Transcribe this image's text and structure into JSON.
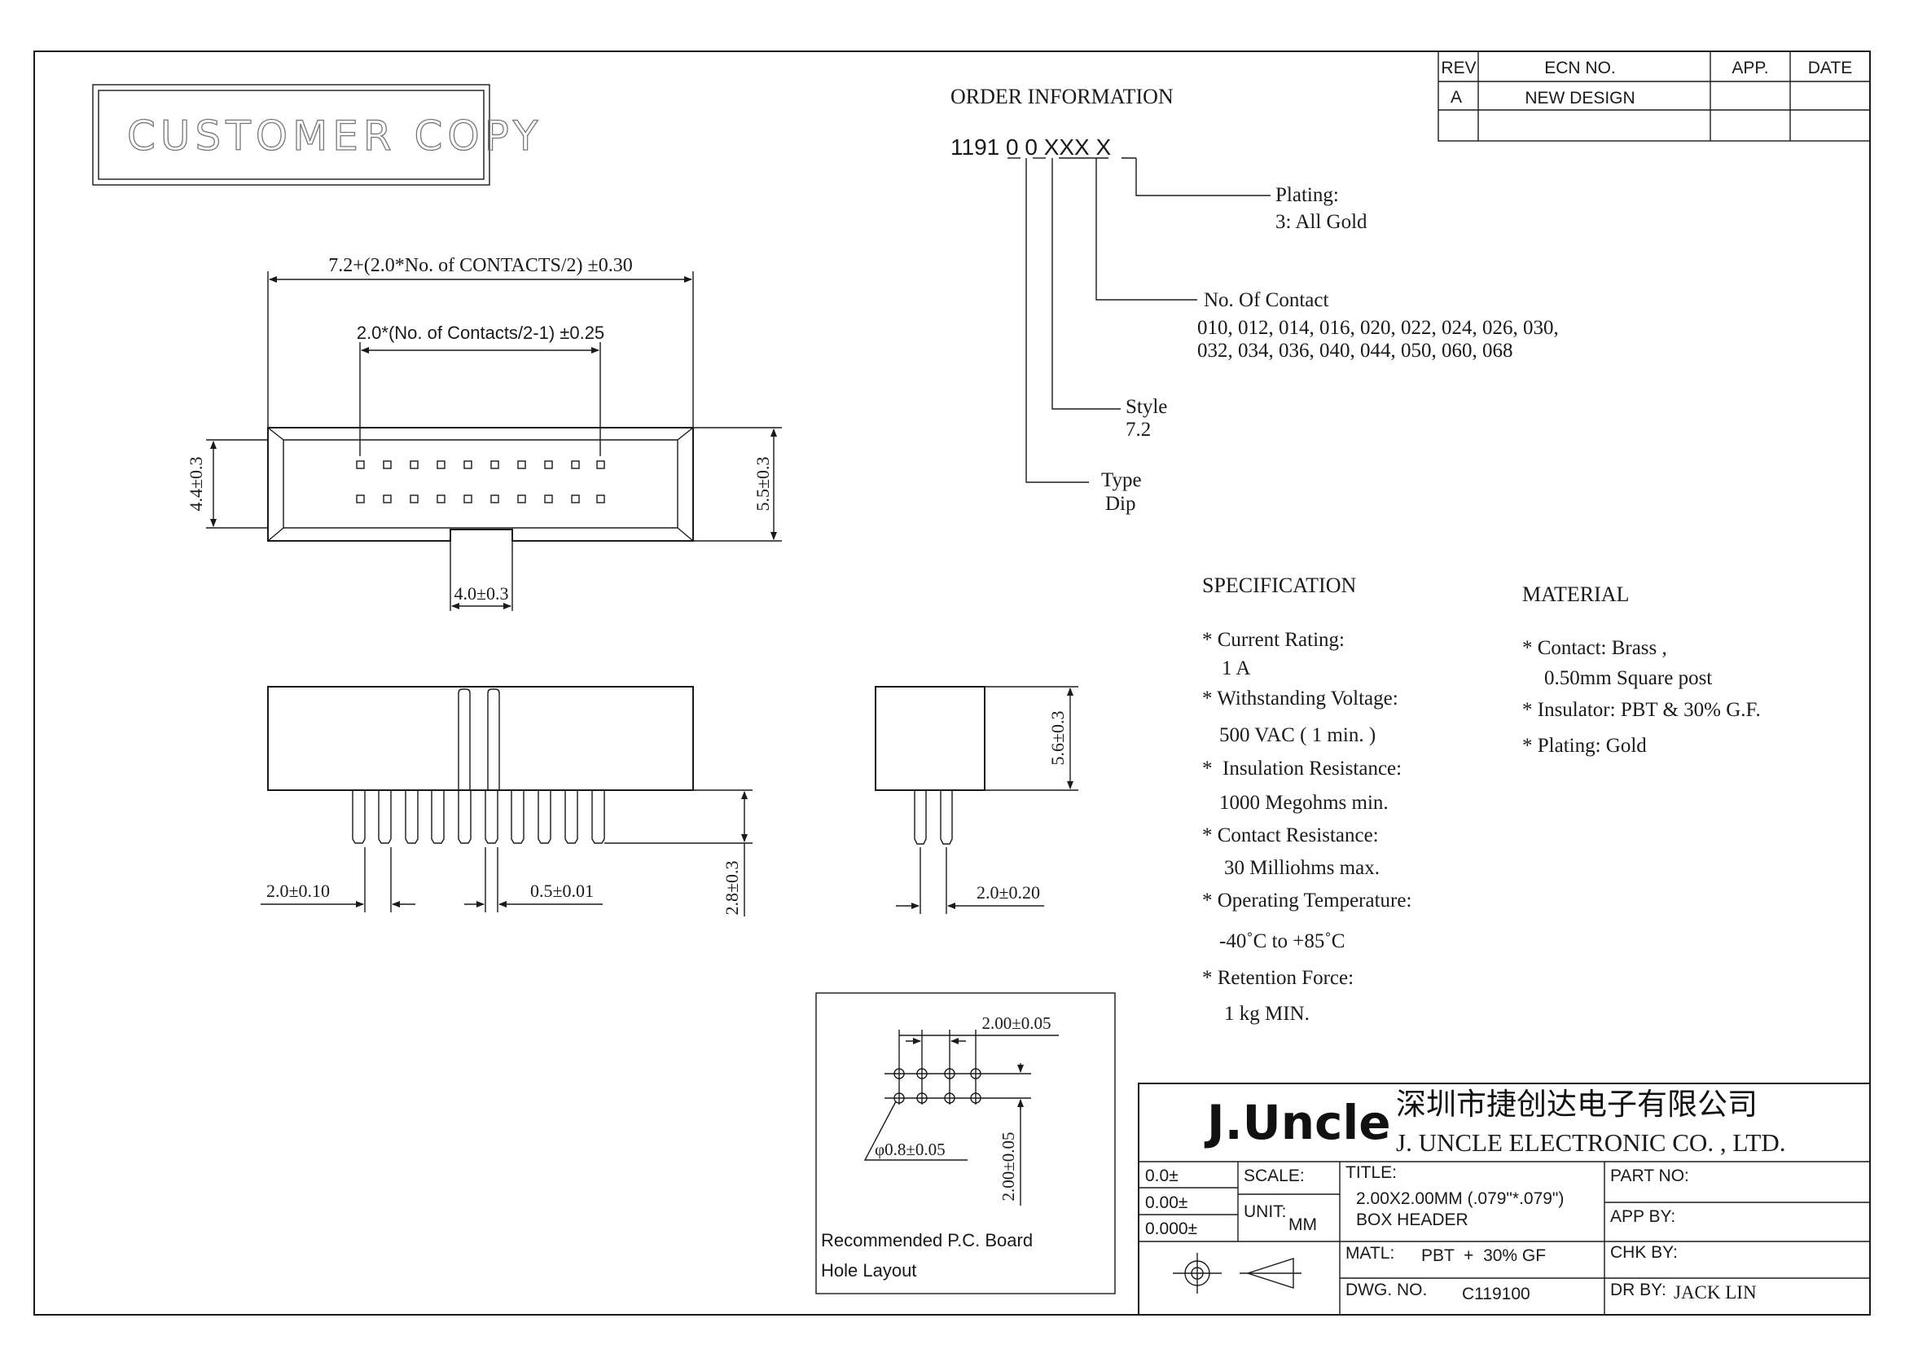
{
  "stamp": {
    "customer_copy": "CUSTOMER COPY"
  },
  "rev_table": {
    "headers": [
      "REV",
      "ECN NO.",
      "APP.",
      "DATE"
    ],
    "rows": [
      [
        "A",
        "NEW DESIGN",
        "",
        ""
      ]
    ]
  },
  "order_info": {
    "heading": "ORDER INFORMATION",
    "part_code": "1191 0 0 XXX X",
    "plating_label": "Plating:",
    "plating_value": "3: All Gold",
    "contact_label": "No. Of Contact",
    "contact_line1": "010, 012, 014, 016, 020, 022, 024, 026, 030,",
    "contact_line2": "032, 034, 036, 040, 044, 050, 060, 068",
    "style_label": "Style",
    "style_value": "7.2",
    "type_label": "Type",
    "type_value": "Dip"
  },
  "dimensions": {
    "overall_length": "7.2+(2.0*No. of CONTACTS/2) ±0.30",
    "pin_span": "2.0*(No. of Contacts/2-1) ±0.25",
    "inner_height": "4.4±0.3",
    "outer_height": "5.5±0.3",
    "key_width": "4.0±0.3",
    "pitch": "2.0±0.10",
    "pin_size": "0.5±0.01",
    "tail_length": "2.8±0.3",
    "body_height": "5.6±0.3",
    "row_pitch": "2.0±0.20"
  },
  "pcb": {
    "pitch_h": "2.00±0.05",
    "pitch_v": "2.00±0.05",
    "hole": "φ0.8±0.05",
    "caption1": "Recommended P.C. Board",
    "caption2": "Hole Layout"
  },
  "specification": {
    "heading": "SPECIFICATION",
    "items": [
      "* Current Rating:",
      "1 A",
      "* Withstanding Voltage:",
      "500 VAC ( 1 min. )",
      "*  Insulation Resistance:",
      "1000 Megohms min.",
      "* Contact Resistance:",
      "30 Milliohms max.",
      "* Operating Temperature:",
      "-40˚C to +85˚C",
      "* Retention Force:",
      "1 kg MIN."
    ]
  },
  "material": {
    "heading": "MATERIAL",
    "items": [
      "* Contact: Brass ,",
      "0.50mm Square post",
      "* Insulator: PBT & 30% G.F.",
      "* Plating: Gold"
    ]
  },
  "title_block": {
    "logo": "J.Uncle",
    "company_cn": "深圳市捷创达电子有限公司",
    "company_en": "J. UNCLE  ELECTRONIC  CO. , LTD.",
    "tol1": "0.0±",
    "tol2": "0.00±",
    "tol3": "0.000±",
    "scale_label": "SCALE:",
    "unit_label": "UNIT:",
    "unit_value": "MM",
    "title_label": "TITLE:",
    "title_line1": "2.00X2.00MM (.079\"*.079\")",
    "title_line2": "BOX HEADER",
    "matl_label": "MATL:",
    "matl_value": "PBT  +  30% GF",
    "dwg_label": "DWG. NO.",
    "dwg_value": "C119100",
    "part_label": "PART NO:",
    "app_label": "APP BY:",
    "chk_label": "CHK BY:",
    "dr_label": "DR BY:",
    "dr_value": "JACK LIN"
  }
}
